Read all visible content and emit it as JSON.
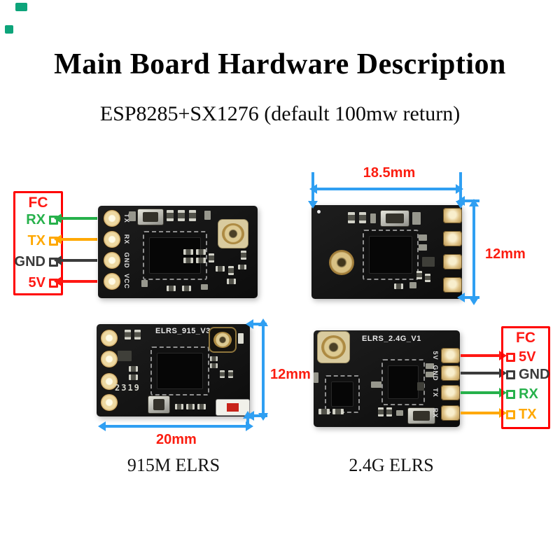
{
  "title": "Main Board Hardware Description",
  "subtitle": "ESP8285+SX1276 (default 100mw return)",
  "fc_left": {
    "title": "FC",
    "pins": [
      {
        "label": "RX",
        "color": "#26b14b"
      },
      {
        "label": "TX",
        "color": "#ffa800"
      },
      {
        "label": "GND",
        "color": "#3b3b3b"
      },
      {
        "label": "5V",
        "color": "#ff1813"
      }
    ]
  },
  "fc_right": {
    "title": "FC",
    "pins": [
      {
        "label": "5V",
        "color": "#ff1813"
      },
      {
        "label": "GND",
        "color": "#3b3b3b"
      },
      {
        "label": "RX",
        "color": "#26b14b"
      },
      {
        "label": "TX",
        "color": "#ffa800"
      }
    ]
  },
  "boards": {
    "top_left": {
      "pad_labels": [
        "TX",
        "RX",
        "GND",
        "VCC"
      ]
    },
    "top_right": {
      "dim_width": "18.5mm",
      "dim_height": "12mm"
    },
    "bottom_left": {
      "silkscreen": "ELRS_915_V3",
      "date_code": "2319",
      "dim_height": "12mm",
      "dim_width": "20mm",
      "caption": "915M ELRS"
    },
    "bottom_right": {
      "silkscreen": "ELRS_2.4G_V1",
      "pad_labels": [
        "5V",
        "GND",
        "TX",
        "RX"
      ],
      "caption": "2.4G ELRS"
    }
  },
  "colors": {
    "annotation_red": "#ff0000",
    "dimension_red": "#fb1d10",
    "dimension_blue": "#2f9ff2",
    "rx_green": "#26b14b",
    "tx_orange": "#ffa800",
    "gnd_dark": "#3b3b3b",
    "pcb_black": "#141414",
    "pad_gold": "#dfc387"
  }
}
